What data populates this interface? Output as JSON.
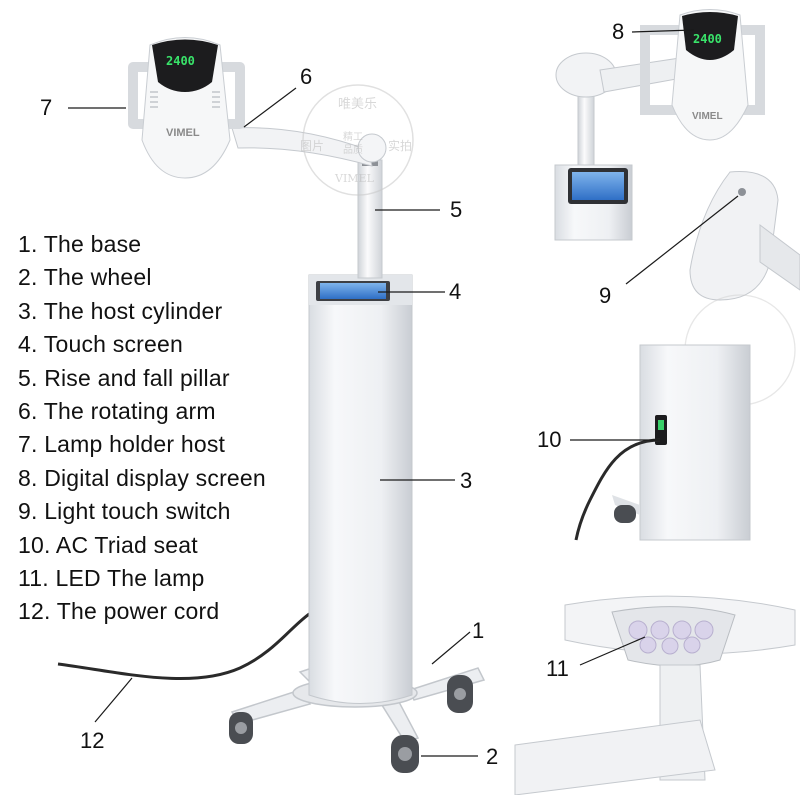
{
  "parts": [
    {
      "num": "1.",
      "name": "The base"
    },
    {
      "num": "2.",
      "name": "The wheel"
    },
    {
      "num": "3.",
      "name": "The host cylinder"
    },
    {
      "num": "4.",
      "name": "Touch screen"
    },
    {
      "num": "5.",
      "name": "Rise and fall pillar"
    },
    {
      "num": "6.",
      "name": "The rotating arm"
    },
    {
      "num": "7.",
      "name": "Lamp holder host"
    },
    {
      "num": "8.",
      "name": "Digital display screen"
    },
    {
      "num": "9.",
      "name": "Light touch switch"
    },
    {
      "num": "10.",
      "name": "AC Triad seat"
    },
    {
      "num": "11.",
      "name": "LED The lamp"
    },
    {
      "num": "12.",
      "name": "The power cord"
    }
  ],
  "callouts": {
    "c1": "1",
    "c2": "2",
    "c3": "3",
    "c4": "4",
    "c5": "5",
    "c6": "6",
    "c7": "7",
    "c8": "8",
    "c9": "9",
    "c10": "10",
    "c11": "11",
    "c12": "12"
  },
  "device": {
    "display_value": "2400",
    "brand_text": "VIMEL",
    "watermark_lines": [
      "唯美乐",
      "图片",
      "精工",
      "品质",
      "实拍",
      "VIMEL"
    ]
  }
}
